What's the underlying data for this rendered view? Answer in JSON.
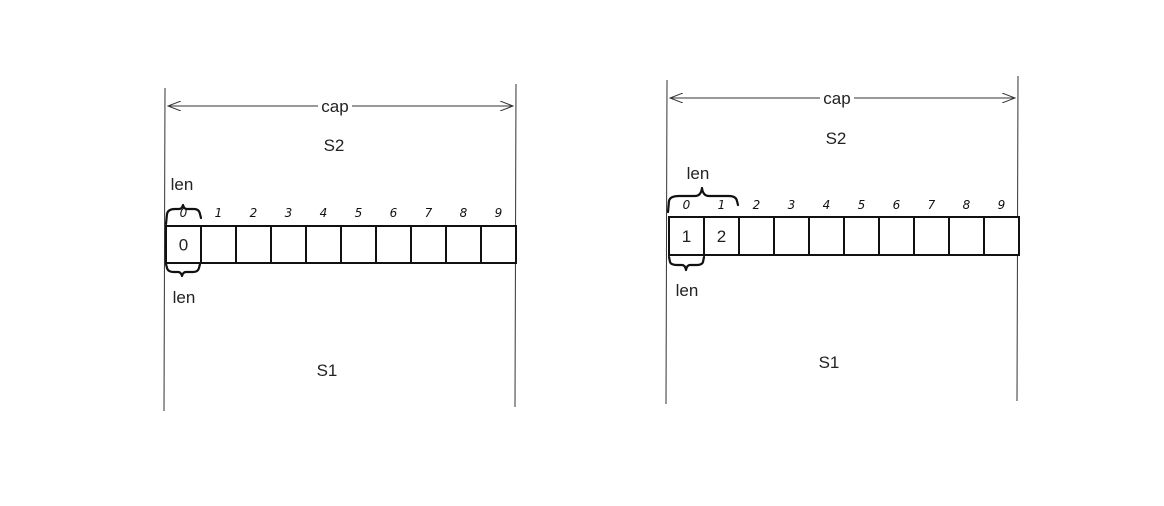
{
  "colors": {
    "stroke": "#111111",
    "text": "#222222",
    "background": "#ffffff"
  },
  "diagrams": [
    {
      "cap_label": "cap",
      "s2_label": "S2",
      "s1_label": "S1",
      "top_len_label": "len",
      "bottom_len_label": "len",
      "indices": [
        "0",
        "1",
        "2",
        "3",
        "4",
        "5",
        "6",
        "7",
        "8",
        "9"
      ],
      "cells": [
        "0",
        "",
        "",
        "",
        "",
        "",
        "",
        "",
        "",
        ""
      ],
      "top_len_span": 1,
      "bottom_len_span": 1
    },
    {
      "cap_label": "cap",
      "s2_label": "S2",
      "s1_label": "S1",
      "top_len_label": "len",
      "bottom_len_label": "len",
      "indices": [
        "0",
        "1",
        "2",
        "3",
        "4",
        "5",
        "6",
        "7",
        "8",
        "9"
      ],
      "cells": [
        "1",
        "2",
        "",
        "",
        "",
        "",
        "",
        "",
        "",
        ""
      ],
      "top_len_span": 2,
      "bottom_len_span": 1
    }
  ]
}
